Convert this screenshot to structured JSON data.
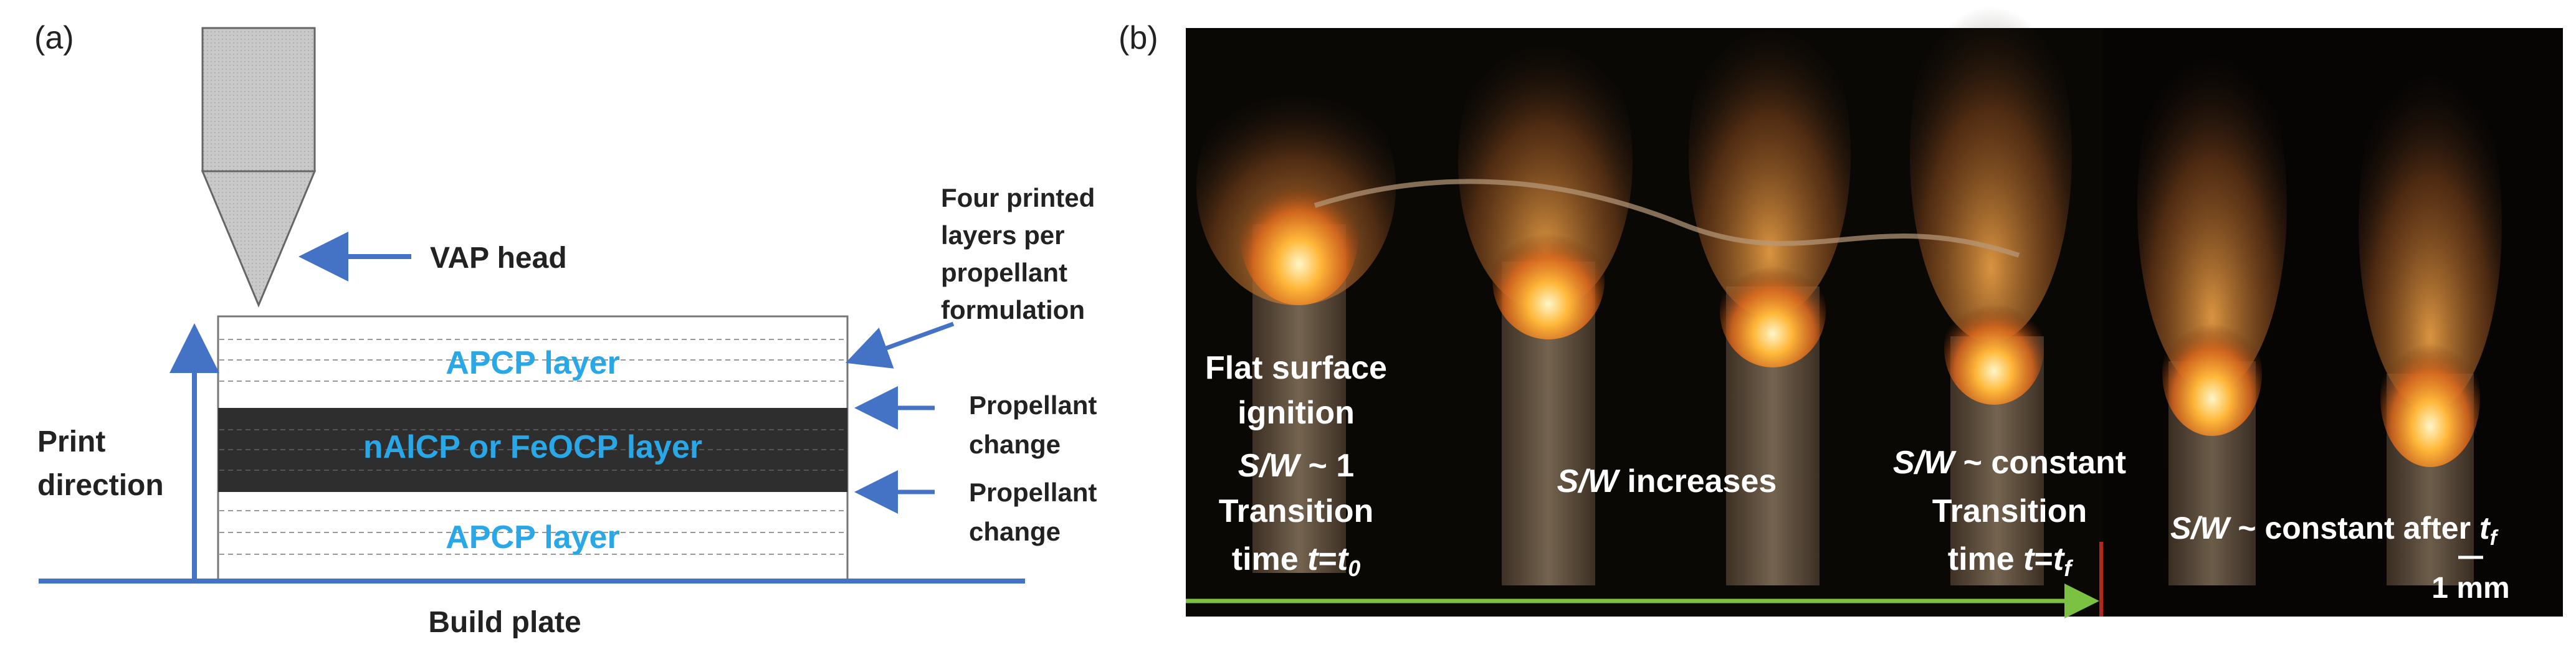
{
  "panel_a": {
    "label": "(a)",
    "vap_head": "VAP head",
    "apcp_top": "APCP layer",
    "middle_layer": "nAlCP or FeOCP layer",
    "apcp_bottom": "APCP layer",
    "print_direction": [
      "Print",
      "direction"
    ],
    "build_plate": "Build plate",
    "four_layers": [
      "Four printed",
      "layers per",
      "propellant",
      "formulation"
    ],
    "propellant_change_1": [
      "Propellant",
      "change"
    ],
    "propellant_change_2": [
      "Propellant",
      "change"
    ],
    "colors": {
      "layer_text": "#2aa7e6",
      "arrow": "#4472c4",
      "dark_layer": "#2e2e2e"
    }
  },
  "panel_b": {
    "label": "(b)",
    "flat_ignition": [
      "Flat surface",
      "ignition"
    ],
    "sw1": {
      "var": "S/W",
      "rest": " ~ 1"
    },
    "transition_1": "Transition",
    "time_t0": {
      "pre": "time ",
      "var": "t",
      "eq": "=",
      "sub_var": "t",
      "sub": "0"
    },
    "sw_increases": {
      "var": "S/W",
      "rest": " increases"
    },
    "sw_constant": {
      "var": "S/W",
      "rest": " ~ constant"
    },
    "transition_2": "Transition",
    "time_tf": {
      "pre": "time ",
      "var": "t",
      "eq": "=",
      "sub_var": "t",
      "sub": "f"
    },
    "sw_constant_after": {
      "var": "S/W",
      "rest": " ~ constant after ",
      "t": "t",
      "sub": "f"
    },
    "scale_bar": "1 mm",
    "colors": {
      "background": "#0a0805",
      "timeline": "#7cc242",
      "marker": "#b3261e"
    }
  }
}
